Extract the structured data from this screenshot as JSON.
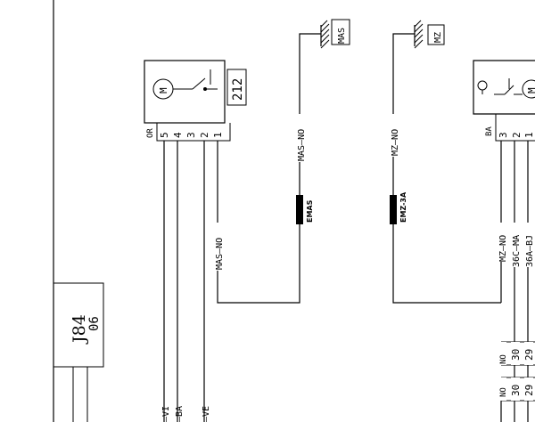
{
  "component_left": {
    "code": "212",
    "color": "OR",
    "pins": [
      "5",
      "4",
      "3",
      "2",
      "1"
    ]
  },
  "component_right": {
    "color": "BA",
    "pins": [
      "3",
      "2",
      "1"
    ]
  },
  "grounds": {
    "left": "MAS",
    "right": "MZ"
  },
  "connectors": {
    "left": "EMAS",
    "right": "EMZ-3A"
  },
  "wire_labels": {
    "mas_no_upper": "MAS—NO",
    "mas_no_lower": "MAS—NO",
    "mz_no_upper": "MZ—NO",
    "mz_no_lower": "MZ—NO",
    "c36c_ma": "36C—MA",
    "c36a_bj": "36A—BJ",
    "vi": "—VI",
    "ba": "—BA",
    "ve": "—VE"
  },
  "title_block": {
    "title": "J84",
    "sub": "06"
  },
  "terminal_block": {
    "row1": [
      "NO",
      "30",
      "29"
    ],
    "row2": [
      "NO",
      "30",
      "29"
    ]
  }
}
